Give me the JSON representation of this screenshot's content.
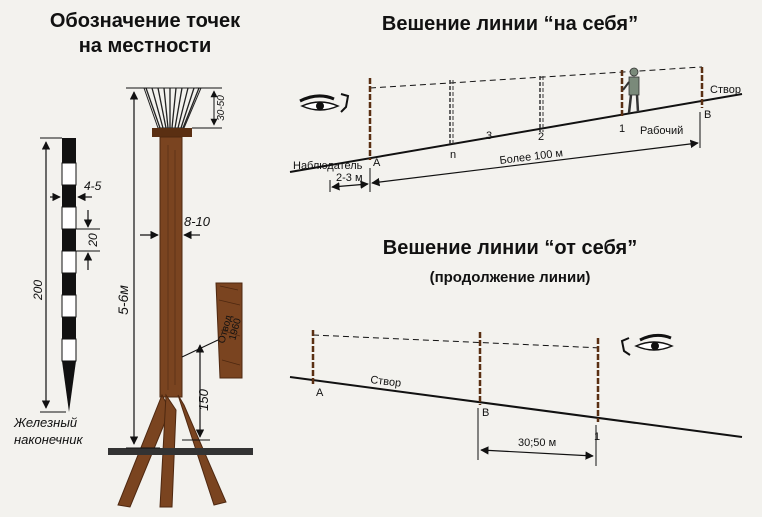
{
  "left_panel": {
    "title_line1": "Обозначение точек",
    "title_line2": "на местности",
    "rod_length": "200",
    "rod_width": "4-5",
    "rod_segment": "20",
    "rod_tip_line1": "Железный",
    "rod_tip_line2": "наконечник",
    "post_height": "5-6м",
    "post_diameter": "8-10",
    "post_top": "30-50",
    "post_base": "150",
    "sign_text_line1": "Отвод",
    "sign_text_line2": "1960"
  },
  "top_right": {
    "title": "Вешение линии “на себя”",
    "label_observer": "Наблюдатель",
    "label_a": "A",
    "label_b": "B",
    "label_n": "n",
    "label_3": "3",
    "label_2": "2",
    "label_1": "1",
    "label_worker": "Рабочий",
    "label_stvor": "Створ",
    "dist_observer": "2-3 м",
    "dist_total": "Более 100 м"
  },
  "bottom_right": {
    "title": "Вешение линии “от себя”",
    "subtitle": "(продолжение линии)",
    "label_a": "A",
    "label_b": "B",
    "label_1": "1",
    "label_stvor": "Створ",
    "dist": "30;50 м"
  },
  "colors": {
    "wood": "#7a4420",
    "wood_dark": "#4e2810",
    "ink": "#111111",
    "background": "#f3f2ee"
  }
}
